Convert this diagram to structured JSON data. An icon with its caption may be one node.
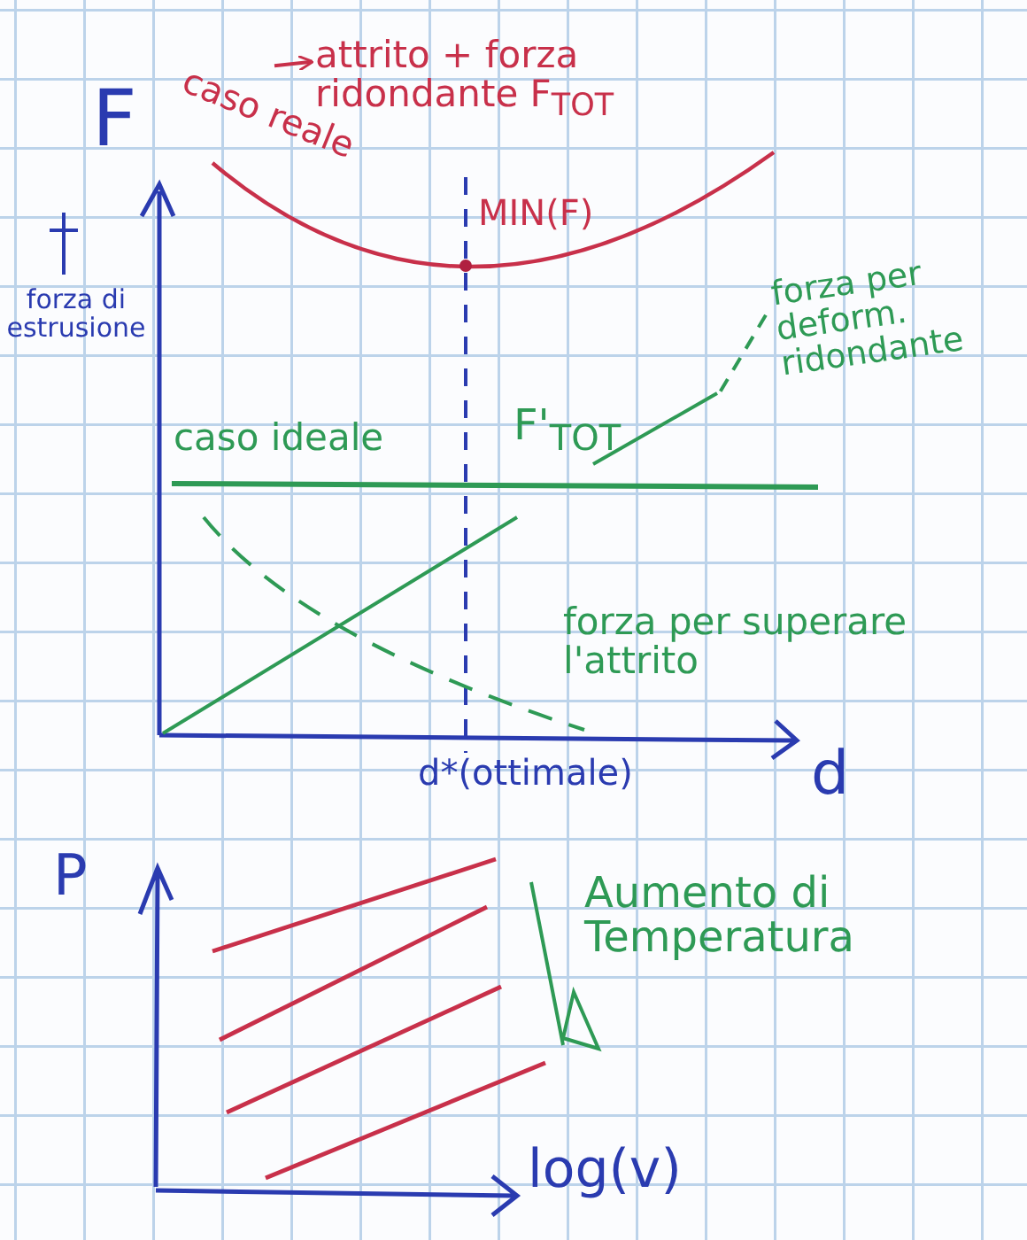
{
  "diagram": {
    "nodes": [
      {
        "text": [
          "caso reale"
        ]
      },
      {
        "text": [
          "attrito + forza ridondante F$_{TOT}$"
        ]
      },
      {
        "text": [
          "forza per deform. ridondante"
        ]
      }
    ],
    "edges": [
      {
        "from": 0,
        "to": 1,
        "arrow": "to",
        "color": "#c8304a"
      },
      {
        "from": 2,
        "to": null,
        "arrow": "none",
        "style": "dashed",
        "color": "#2e9a55"
      }
    ],
    "labels": [
      "F",
      "forza di estrusione",
      "MIN(F)",
      "caso ideale",
      "F'$_{TOT}$",
      "forza per superare l'attrito",
      "d*(ottimale)",
      "d",
      "P",
      "Aumento di Temperatura",
      "log(v)"
    ]
  }
}
